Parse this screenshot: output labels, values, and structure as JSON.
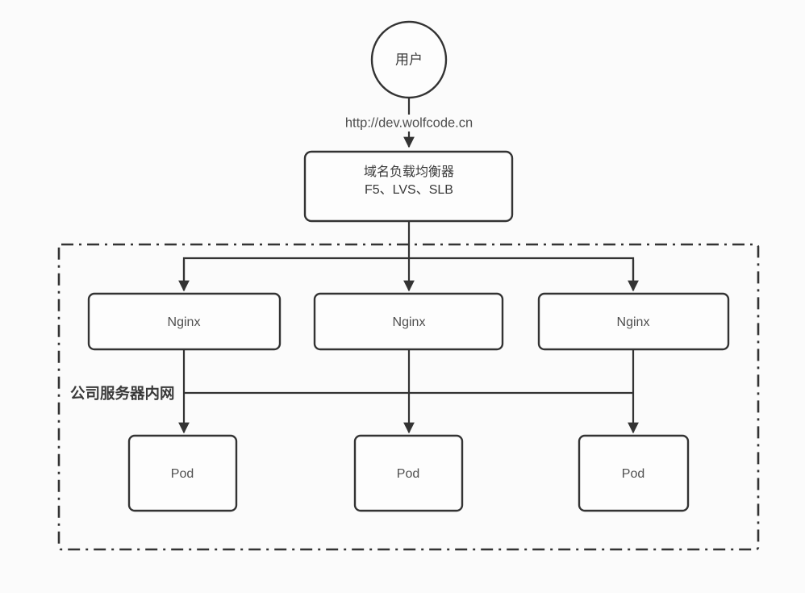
{
  "diagram": {
    "colors": {
      "background": "#fbfbfb",
      "stroke": "#333333",
      "text_primary": "#3a3a3a",
      "text_secondary": "#4f4f4f"
    },
    "user": {
      "label": "用户"
    },
    "request": {
      "url": "http://dev.wolfcode.cn"
    },
    "load_balancer": {
      "title": "域名负载均衡器",
      "subtitle": "F5、LVS、SLB"
    },
    "intranet": {
      "label": "公司服务器内网"
    },
    "nginx_nodes": [
      {
        "label": "Nginx"
      },
      {
        "label": "Nginx"
      },
      {
        "label": "Nginx"
      }
    ],
    "pod_nodes": [
      {
        "label": "Pod"
      },
      {
        "label": "Pod"
      },
      {
        "label": "Pod"
      }
    ]
  }
}
